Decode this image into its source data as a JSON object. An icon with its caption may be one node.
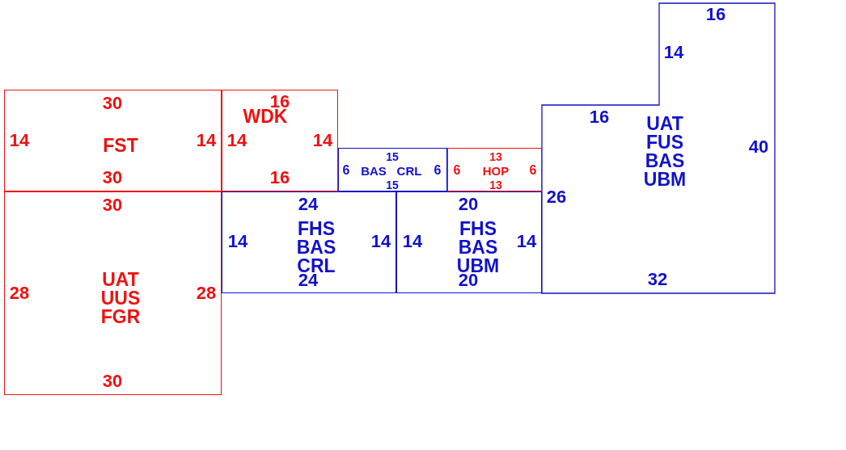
{
  "diagram": {
    "nodes": [
      {
        "text": [
          "30",
          "14",
          "FST",
          "14",
          "30"
        ]
      },
      {
        "text": [
          "16",
          "WDK",
          "14",
          "14",
          "16"
        ]
      },
      {
        "text": [
          "15",
          "6",
          "BAS",
          "6",
          "15",
          "CRL"
        ]
      },
      {
        "text": [
          "13",
          "6",
          "HOP",
          "6",
          "13"
        ]
      },
      {
        "text": [
          "16",
          "14",
          "16",
          "UAT",
          "FUS",
          "40",
          "BAS",
          "UBM",
          "26",
          "32"
        ]
      },
      {
        "text": [
          "24",
          "FHS",
          "14",
          "BAS",
          "14",
          "CRL",
          "24"
        ]
      },
      {
        "text": [
          "20",
          "FHS",
          "14",
          "BAS",
          "14",
          "UBM",
          "20"
        ]
      },
      {
        "text": [
          "30",
          "UAT",
          "28",
          "UUS",
          "28",
          "FGR",
          "30"
        ]
      }
    ]
  }
}
